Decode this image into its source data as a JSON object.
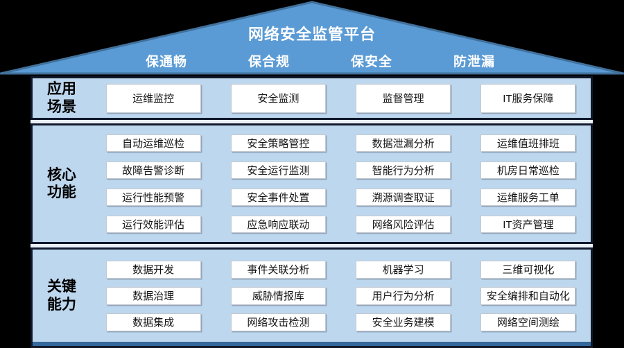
{
  "title": "网络安全监管平台",
  "roof": {
    "pillars": [
      "保通畅",
      "保合规",
      "保安全",
      "防泄漏"
    ]
  },
  "sections": [
    {
      "label": "应用\n场景",
      "columns": [
        [
          "运维监控"
        ],
        [
          "安全监测"
        ],
        [
          "监督管理"
        ],
        [
          "IT服务保障"
        ]
      ]
    },
    {
      "label": "核心\n功能",
      "columns": [
        [
          "自动运维巡检",
          "故障告警诊断",
          "运行性能预警",
          "运行效能评估"
        ],
        [
          "安全策略管控",
          "安全运行监测",
          "安全事件处置",
          "应急响应联动"
        ],
        [
          "数据泄漏分析",
          "智能行为分析",
          "溯源调查取证",
          "网络风险评估"
        ],
        [
          "运维值班排班",
          "机房日常巡检",
          "运维服务工单",
          "IT资产管理"
        ]
      ]
    },
    {
      "label": "关键\n能力",
      "columns": [
        [
          "数据开发",
          "数据治理",
          "数据集成"
        ],
        [
          "事件关联分析",
          "威胁情报库",
          "网络攻击检测"
        ],
        [
          "机器学习",
          "用户行为分析",
          "安全业务建模"
        ],
        [
          "三维可视化",
          "安全编排和自动化",
          "网络空间测绘"
        ]
      ]
    }
  ],
  "colors": {
    "background": "#000000",
    "roof_fill": "#5B9BD5",
    "roof_edge": "#41719C",
    "section_fill": "#BDD7EE",
    "section_border": "#10182B",
    "divider": "#E9F0F8",
    "box_fill": "#FFFFFF",
    "box_border": "#C3C8CE",
    "base_bar": "#35699E",
    "title_text": "#FFFFFF",
    "label_text": "#000000"
  }
}
